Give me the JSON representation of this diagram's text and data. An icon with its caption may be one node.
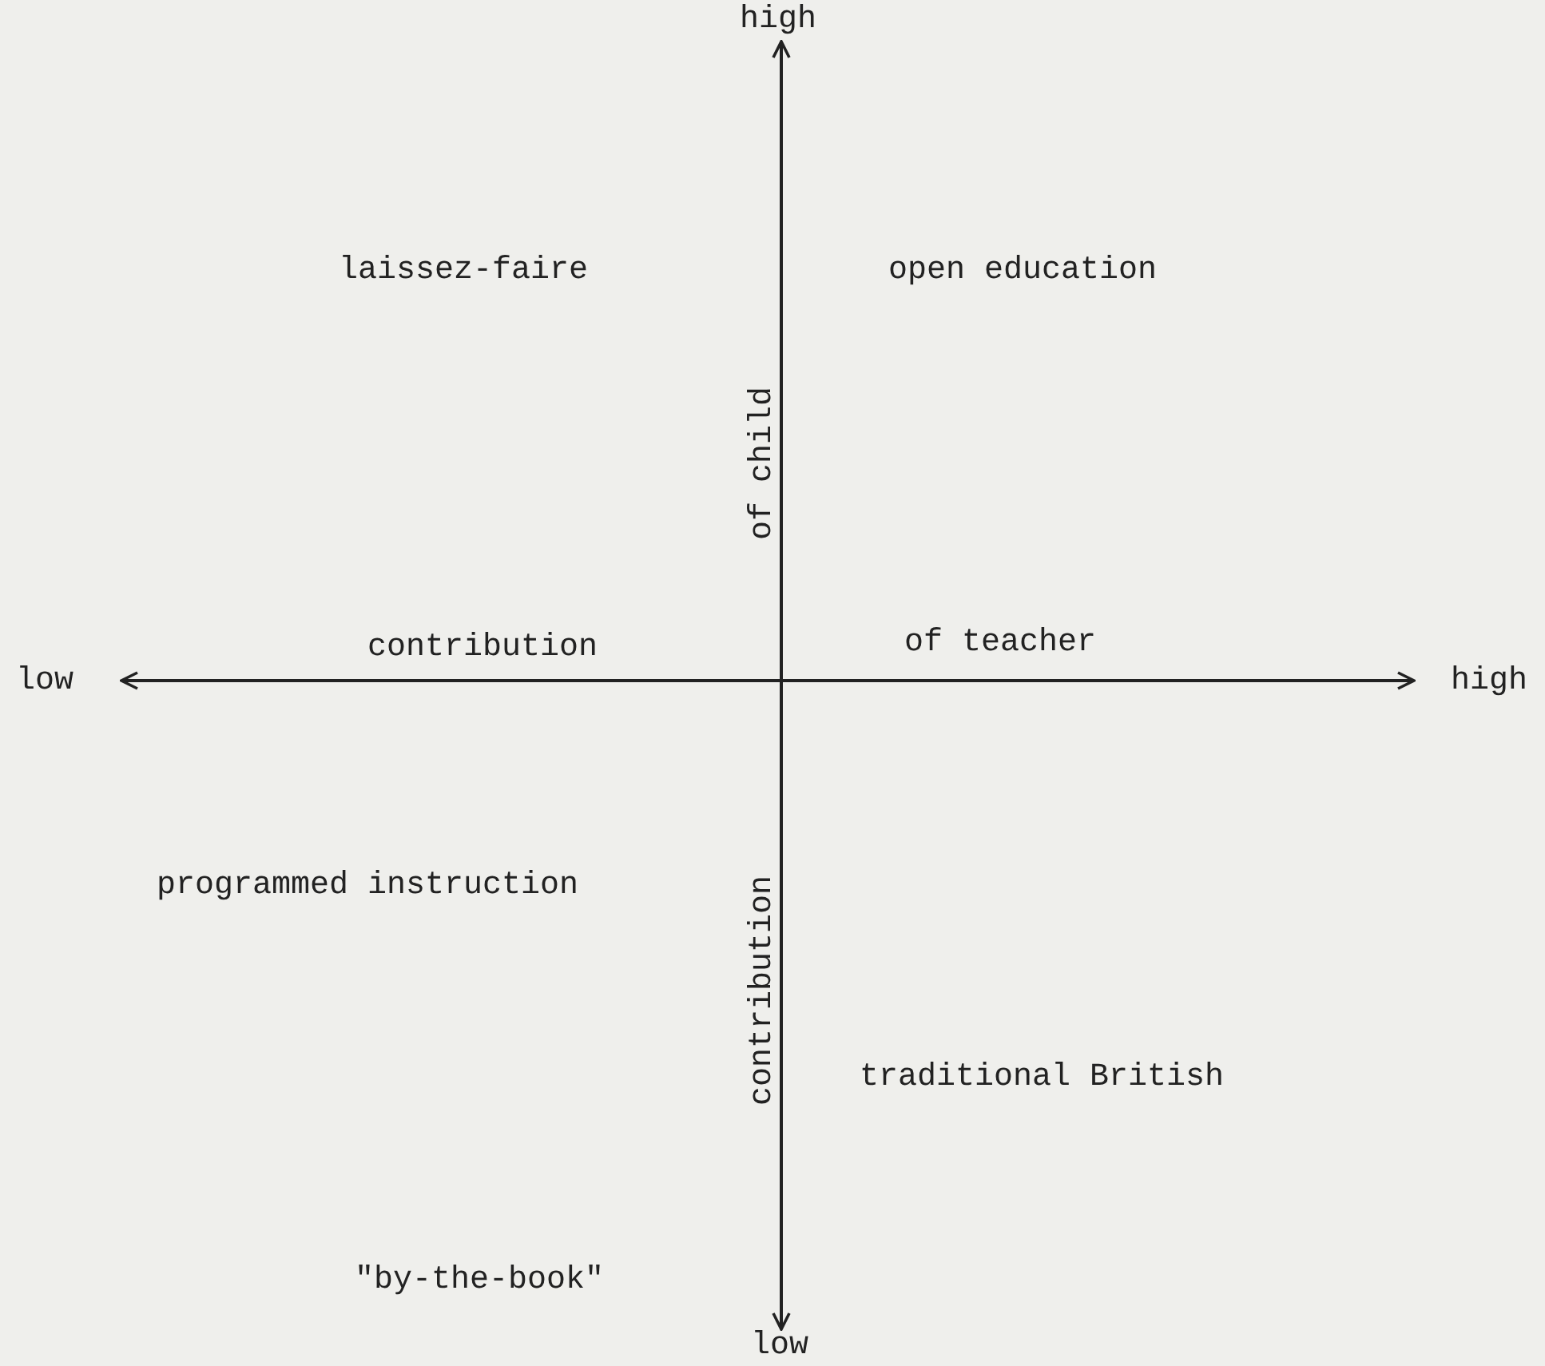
{
  "diagram": {
    "labels": [
      "high",
      "laissez-faire",
      "open education",
      "of child",
      "low",
      "contribution",
      "of teacher",
      "high",
      "programmed instruction",
      "contribution",
      "traditional British",
      "\"by-the-book\"",
      "low"
    ]
  }
}
